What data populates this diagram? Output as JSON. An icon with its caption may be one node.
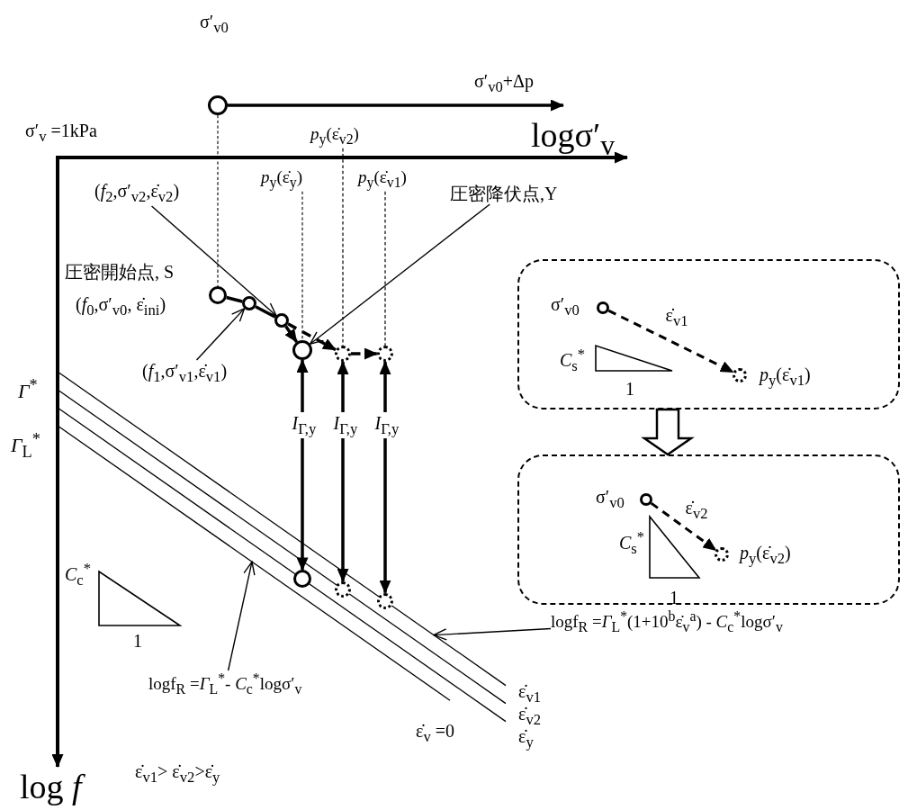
{
  "diagram": {
    "nodes": [
      {
        "text": [],
        "shape": "circle",
        "beside": [
          "σ′$_{v0}$"
        ]
      },
      {
        "text": [
          "*p*$_{y}$(ε̇$_{v2}$)"
        ]
      },
      {
        "text": [
          "*p*$_{y}$(ε̇$_{y}$)"
        ]
      },
      {
        "text": [
          "*p*$_{y}$(ε̇$_{v1}$)"
        ]
      },
      {
        "text": [
          "圧密降伏点,Y"
        ]
      },
      {
        "text": [
          "(*f*$_{2}$,σ′$_{v2}$,ε̇$_{v2}$)"
        ]
      },
      {
        "text": [],
        "shape": "circle",
        "beside": [
          "圧密開始点, S",
          "(*f*$_{0}$,σ′$_{v0}$, ε̇$_{ini}$)"
        ]
      },
      {
        "text": [],
        "shape": "circle"
      },
      {
        "text": [],
        "shape": "circle"
      },
      {
        "text": [],
        "shape": "box"
      },
      {
        "text": [],
        "shape": "circle",
        "in": 9,
        "beside": [
          "σ′$_{v0}$"
        ]
      },
      {
        "text": [],
        "shape": "circle",
        "in": 9,
        "beside": [
          "*p*$_{y}$(ε̇$_{v1}$)"
        ]
      },
      {
        "text": [],
        "shape": "circle"
      },
      {
        "text": [],
        "shape": "circle"
      },
      {
        "text": [],
        "shape": "circle"
      },
      {
        "text": [
          "(*f*$_{1}$,σ′$_{v1}$,ε̇$_{v1}$)"
        ]
      },
      {
        "text": [],
        "shape": "box"
      },
      {
        "text": [],
        "shape": "circle",
        "in": 16,
        "beside": [
          "σ′$_{v0}$"
        ]
      },
      {
        "text": [],
        "shape": "circle",
        "in": 16,
        "beside": [
          "*p*$_{y}$(ε̇$_{v2}$)"
        ]
      },
      {
        "text": [],
        "shape": "circle"
      },
      {
        "text": [],
        "shape": "circle"
      },
      {
        "text": [],
        "shape": "circle"
      },
      {
        "text": [
          "logf$_{R}$ =*Γ*$_{L}$$^{*}$(1+10$^{b}$ε̇$_{v}$$^{a}$) - *C*$_{c}$$^{*}$logσ′$_{v}$"
        ]
      },
      {
        "text": [
          "logf$_{R}$ =*Γ*$_{L}$$^{*}$- *C*$_{c}$$^{*}$logσ′$_{v}$"
        ]
      },
      {
        "text": [],
        "shape": "triangle",
        "beside": [
          "*C*$_{c}$$^{*}$",
          "1"
        ]
      },
      {
        "text": [],
        "shape": "triangle",
        "in": 9,
        "beside": [
          "*C*$_{s}$$^{*}$",
          "1"
        ]
      },
      {
        "text": [],
        "shape": "triangle",
        "in": 16,
        "beside": [
          "*C*$_{s}$$^{*}$",
          "1"
        ]
      }
    ],
    "edges": [
      {
        "from": 0,
        "to": null,
        "arrow": "to",
        "label": "σ′$_{v0}$+Δp"
      },
      {
        "from": 0,
        "to": 6,
        "arrow": "none",
        "style": "dashed"
      },
      {
        "from": 2,
        "to": 12,
        "arrow": "none",
        "style": "dashed"
      },
      {
        "from": 1,
        "to": 13,
        "arrow": "none",
        "style": "dashed"
      },
      {
        "from": 3,
        "to": 14,
        "arrow": "none",
        "style": "dashed"
      },
      {
        "from": 6,
        "to": 7,
        "arrow": "none"
      },
      {
        "from": 7,
        "to": 8,
        "arrow": "none"
      },
      {
        "from": 8,
        "to": 12,
        "arrow": "to"
      },
      {
        "from": 8,
        "to": 13,
        "arrow": "to",
        "style": "dashed"
      },
      {
        "from": 13,
        "to": 14,
        "arrow": "to",
        "style": "dashed"
      },
      {
        "from": 5,
        "to": 8,
        "arrow": "to"
      },
      {
        "from": 15,
        "to": 7,
        "arrow": "to"
      },
      {
        "from": 4,
        "to": 12,
        "arrow": "to"
      },
      {
        "from": 12,
        "to": 19,
        "arrow": "both",
        "label": "*I*$_{Γ,y}$"
      },
      {
        "from": 13,
        "to": 20,
        "arrow": "both",
        "label": "*I*$_{Γ,y}$"
      },
      {
        "from": 14,
        "to": 21,
        "arrow": "both",
        "label": "*I*$_{Γ,y}$"
      },
      {
        "from": 9,
        "to": 16,
        "arrow": "to"
      },
      {
        "from": 10,
        "to": 11,
        "arrow": "to",
        "style": "dashed",
        "label": "ε̇$_{v1}$"
      },
      {
        "from": 17,
        "to": 18,
        "arrow": "to",
        "style": "dashed",
        "label": "ε̇$_{v2}$"
      },
      {
        "from": 22,
        "to": null,
        "arrow": "to"
      },
      {
        "from": 23,
        "to": null,
        "arrow": "to"
      }
    ],
    "labels": [
      "σ′$_{v}$ =1kPa",
      "logσ′$_{v}$",
      "*Γ*$^{*}$",
      "*Γ*$_{L}$$^{*}$",
      "ε̇$_{v1}$",
      "ε̇$_{v2}$",
      "ε̇$_{v}$ =0",
      "ε̇$_{y}$",
      "log *f*",
      "ε̇$_{v1}$> ε̇$_{v2}$>ε̇$_{y}$"
    ]
  }
}
